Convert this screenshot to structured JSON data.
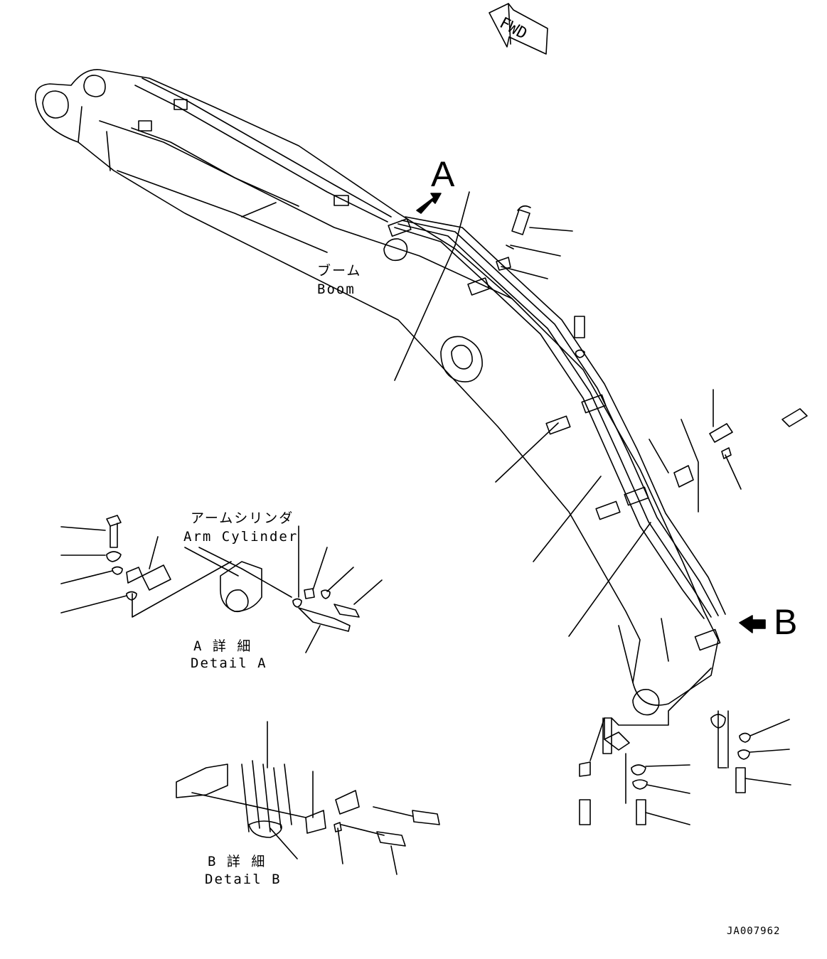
{
  "direction": {
    "label": "FWD"
  },
  "callouts": {
    "a": "A",
    "b": "B"
  },
  "boom": {
    "jp": "ブーム",
    "en": "Boom"
  },
  "arm_cylinder": {
    "jp": "アームシリンダ",
    "en": "Arm Cylinder"
  },
  "detail_a": {
    "jp": "A 詳 細",
    "en": "Detail A"
  },
  "detail_b": {
    "jp": "B 詳 細",
    "en": "Detail B"
  },
  "drawing_code": "JA007962"
}
